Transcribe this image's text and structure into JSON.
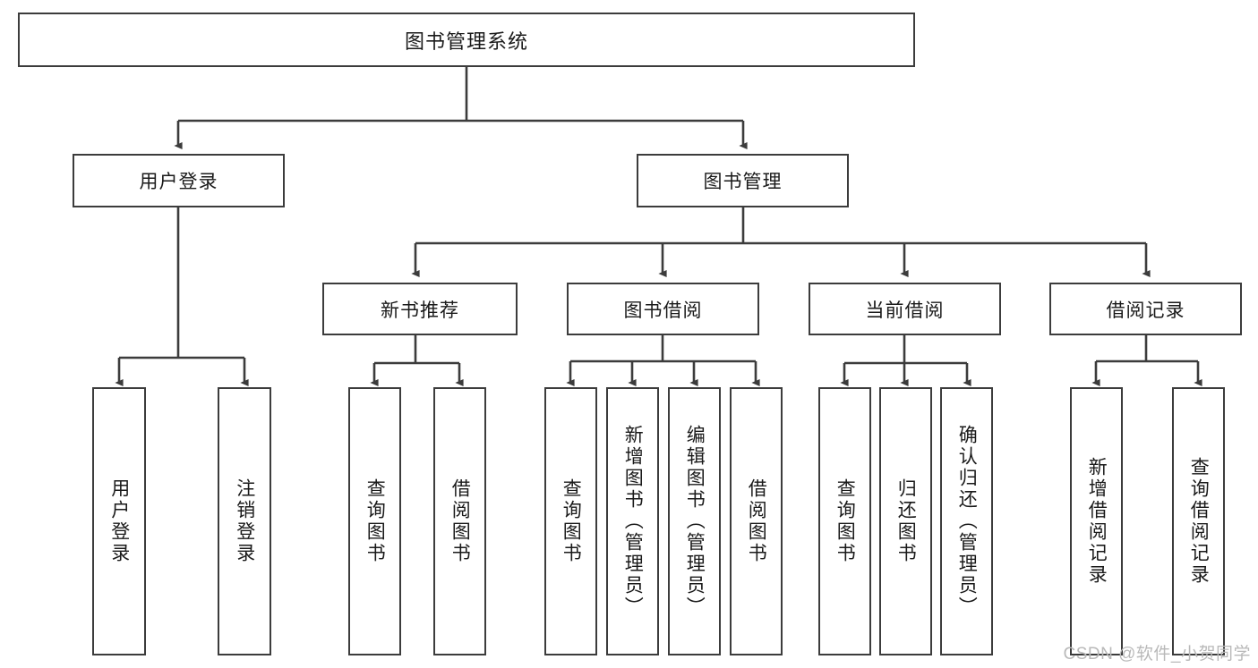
{
  "diagram": {
    "title": "图书管理系统",
    "watermark": "CSDN @软件_小贺同学",
    "line_color": "#3c3c3c",
    "background": "#ffffff",
    "text_color": "#1a1a1a",
    "nodes": {
      "root": "图书管理系统",
      "level2": [
        "用户登录",
        "图书管理"
      ],
      "level3": [
        "新书推荐",
        "图书借阅",
        "当前借阅",
        "借阅记录"
      ],
      "leaves": [
        "用户登录",
        "注销登录",
        "查询图书",
        "借阅图书",
        "查询图书",
        "新增图书（管理员）",
        "编辑图书（管理员）",
        "借阅图书",
        "查询图书",
        "归还图书",
        "确认归还（管理员）",
        "新增借阅记录",
        "查询借阅记录"
      ]
    },
    "tree": {
      "图书管理系统": [
        "用户登录",
        "图书管理"
      ],
      "用户登录": [
        "用户登录",
        "注销登录"
      ],
      "图书管理": [
        "新书推荐",
        "图书借阅",
        "当前借阅",
        "借阅记录"
      ],
      "新书推荐": [
        "查询图书",
        "借阅图书"
      ],
      "图书借阅": [
        "查询图书",
        "新增图书（管理员）",
        "编辑图书（管理员）",
        "借阅图书"
      ],
      "当前借阅": [
        "查询图书",
        "归还图书",
        "确认归还（管理员）"
      ],
      "借阅记录": [
        "新增借阅记录",
        "查询借阅记录"
      ]
    }
  }
}
